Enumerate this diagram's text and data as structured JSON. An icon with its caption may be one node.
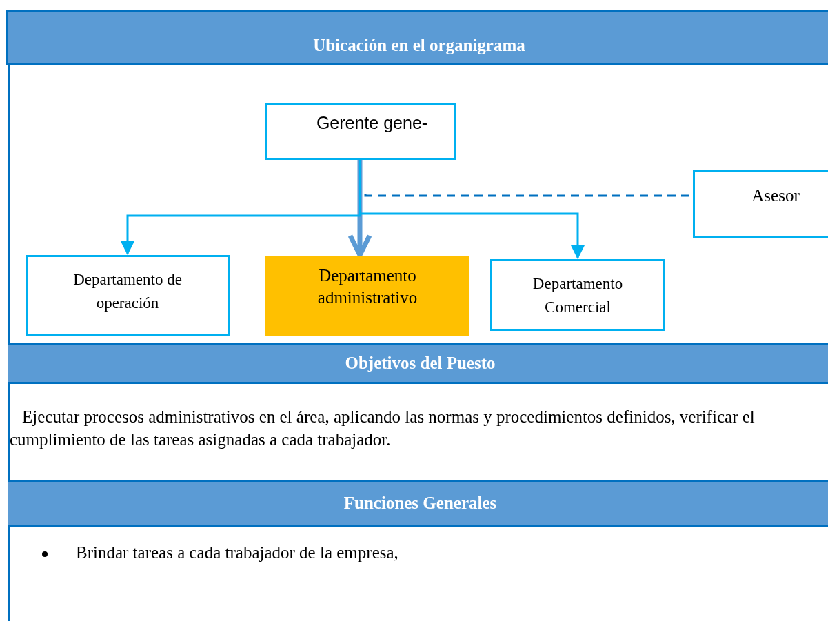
{
  "diagram": {
    "nodes": [
      {
        "text": [
          "Ubicación en el organigrama"
        ]
      },
      {
        "text": [
          "Gerente gene-"
        ]
      },
      {
        "text": [
          "Asesor"
        ]
      },
      {
        "text": [
          "Departamento de operación"
        ]
      },
      {
        "text": [
          "Departamento administrativo"
        ]
      },
      {
        "text": [
          "Departamento Comercial"
        ]
      },
      {
        "text": [
          "Objetivos del Puesto"
        ]
      },
      {
        "text": [
          "Funciones Generales"
        ]
      }
    ],
    "edges": [
      {
        "from": 1,
        "to": 4,
        "arrow": "to",
        "style": "thick",
        "color": "#5b9bd5"
      },
      {
        "from": 1,
        "to": 3,
        "arrow": "to"
      },
      {
        "from": 1,
        "to": 5,
        "arrow": "to"
      },
      {
        "from": 1,
        "to": 2,
        "arrow": "none",
        "style": "dashed",
        "color": "#0070c0"
      }
    ],
    "labels": [
      "Ejecutar procesos administrativos en el área, aplicando las normas y procedimientos definidos, verificar el cumplimiento de las tareas asignadas a cada trabajador.",
      "Brindar tareas a cada trabajador de la empresa,"
    ]
  }
}
